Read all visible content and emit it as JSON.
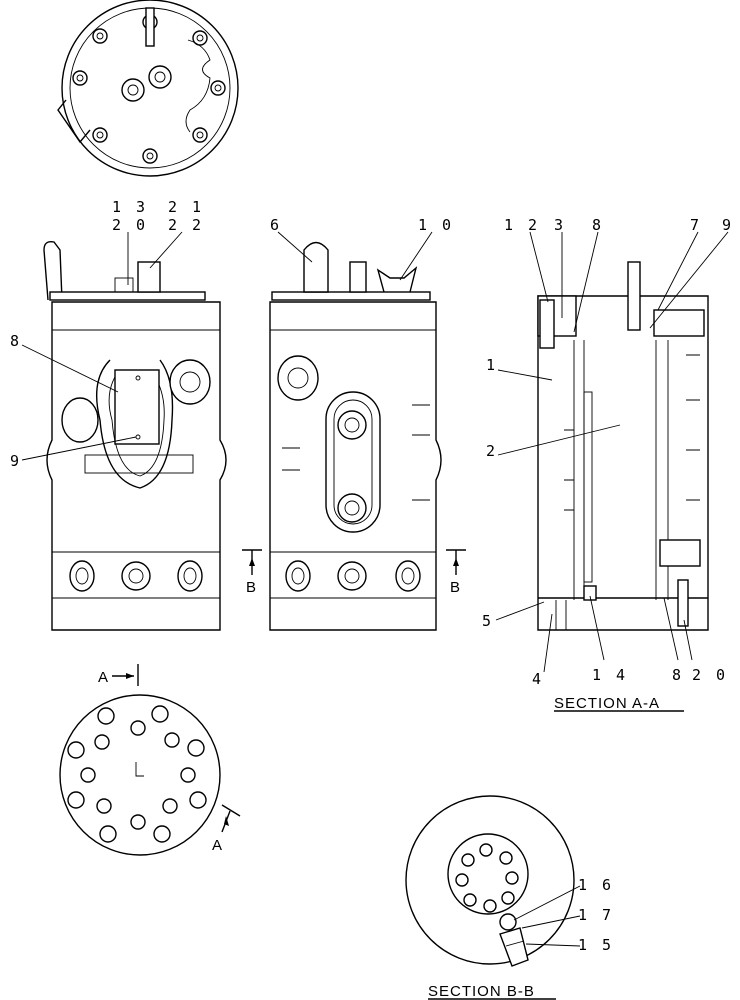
{
  "callouts": {
    "front": {
      "c13": "1 3",
      "c20": "2 0",
      "c21": "2 1",
      "c22": "2 2",
      "c8": "8",
      "c9": "9"
    },
    "side": {
      "c6": "6",
      "c10": "1 0"
    },
    "sectionA": {
      "c12": "1 2",
      "c3": "3",
      "c8": "8",
      "c7": "7",
      "c9": "9",
      "c1": "1",
      "c2": "2",
      "c5": "5",
      "c4": "4",
      "c14": "1 4",
      "c8b": "8",
      "c20": "2 0"
    },
    "sectionB": {
      "c16": "1 6",
      "c17": "1 7",
      "c15": "1 5"
    }
  },
  "section_markers": {
    "b_left": "B",
    "b_right": "B",
    "a_top": "A",
    "a_bottom": "A"
  },
  "titles": {
    "section_a": "SECTION  A-A",
    "section_b": "SECTION  B-B"
  }
}
